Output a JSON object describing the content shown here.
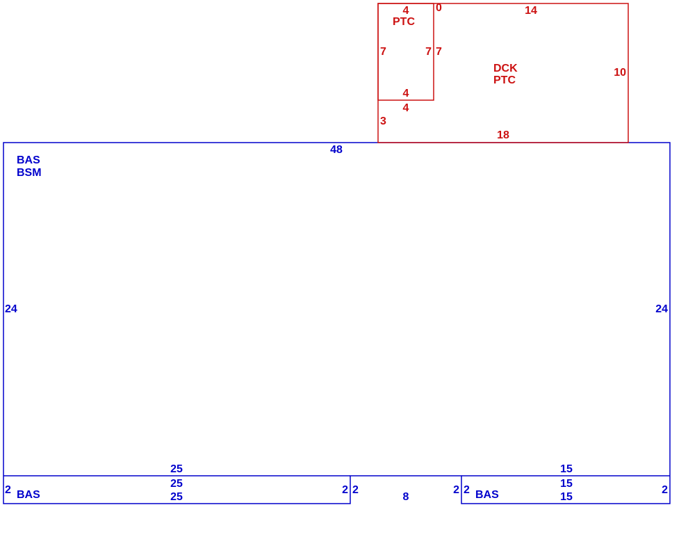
{
  "colors": {
    "blue": "#0000cc",
    "red": "#cc1111"
  },
  "upper_level": {
    "porch": {
      "label_line1": "PTC",
      "dim_top": "4",
      "dim_bottom": "4",
      "dim_left": "7",
      "dim_right": "7"
    },
    "deck": {
      "label_line1": "DCK",
      "label_line2": "PTC",
      "dim_top": "14",
      "dim_right": "10",
      "dim_bottom": "18",
      "dim_left_upper": "7",
      "dim_left_lower": "3",
      "dim_inner_top": "4",
      "dim_corner": "0"
    }
  },
  "main_level": {
    "label_line1": "BAS",
    "label_line2": "BSM",
    "dim_top": "48",
    "dim_left": "24",
    "dim_right": "24",
    "dim_bottom_left": "25",
    "dim_bottom_right": "15",
    "dim_middle": "8",
    "dim_middle_left": "2",
    "dim_middle_right": "2"
  },
  "left_strip": {
    "label": "BAS",
    "dim_top": "25",
    "dim_bottom": "25",
    "dim_left": "2",
    "dim_right": "2"
  },
  "right_strip": {
    "label": "BAS",
    "dim_top": "15",
    "dim_bottom": "15",
    "dim_left": "2",
    "dim_right": "2"
  }
}
